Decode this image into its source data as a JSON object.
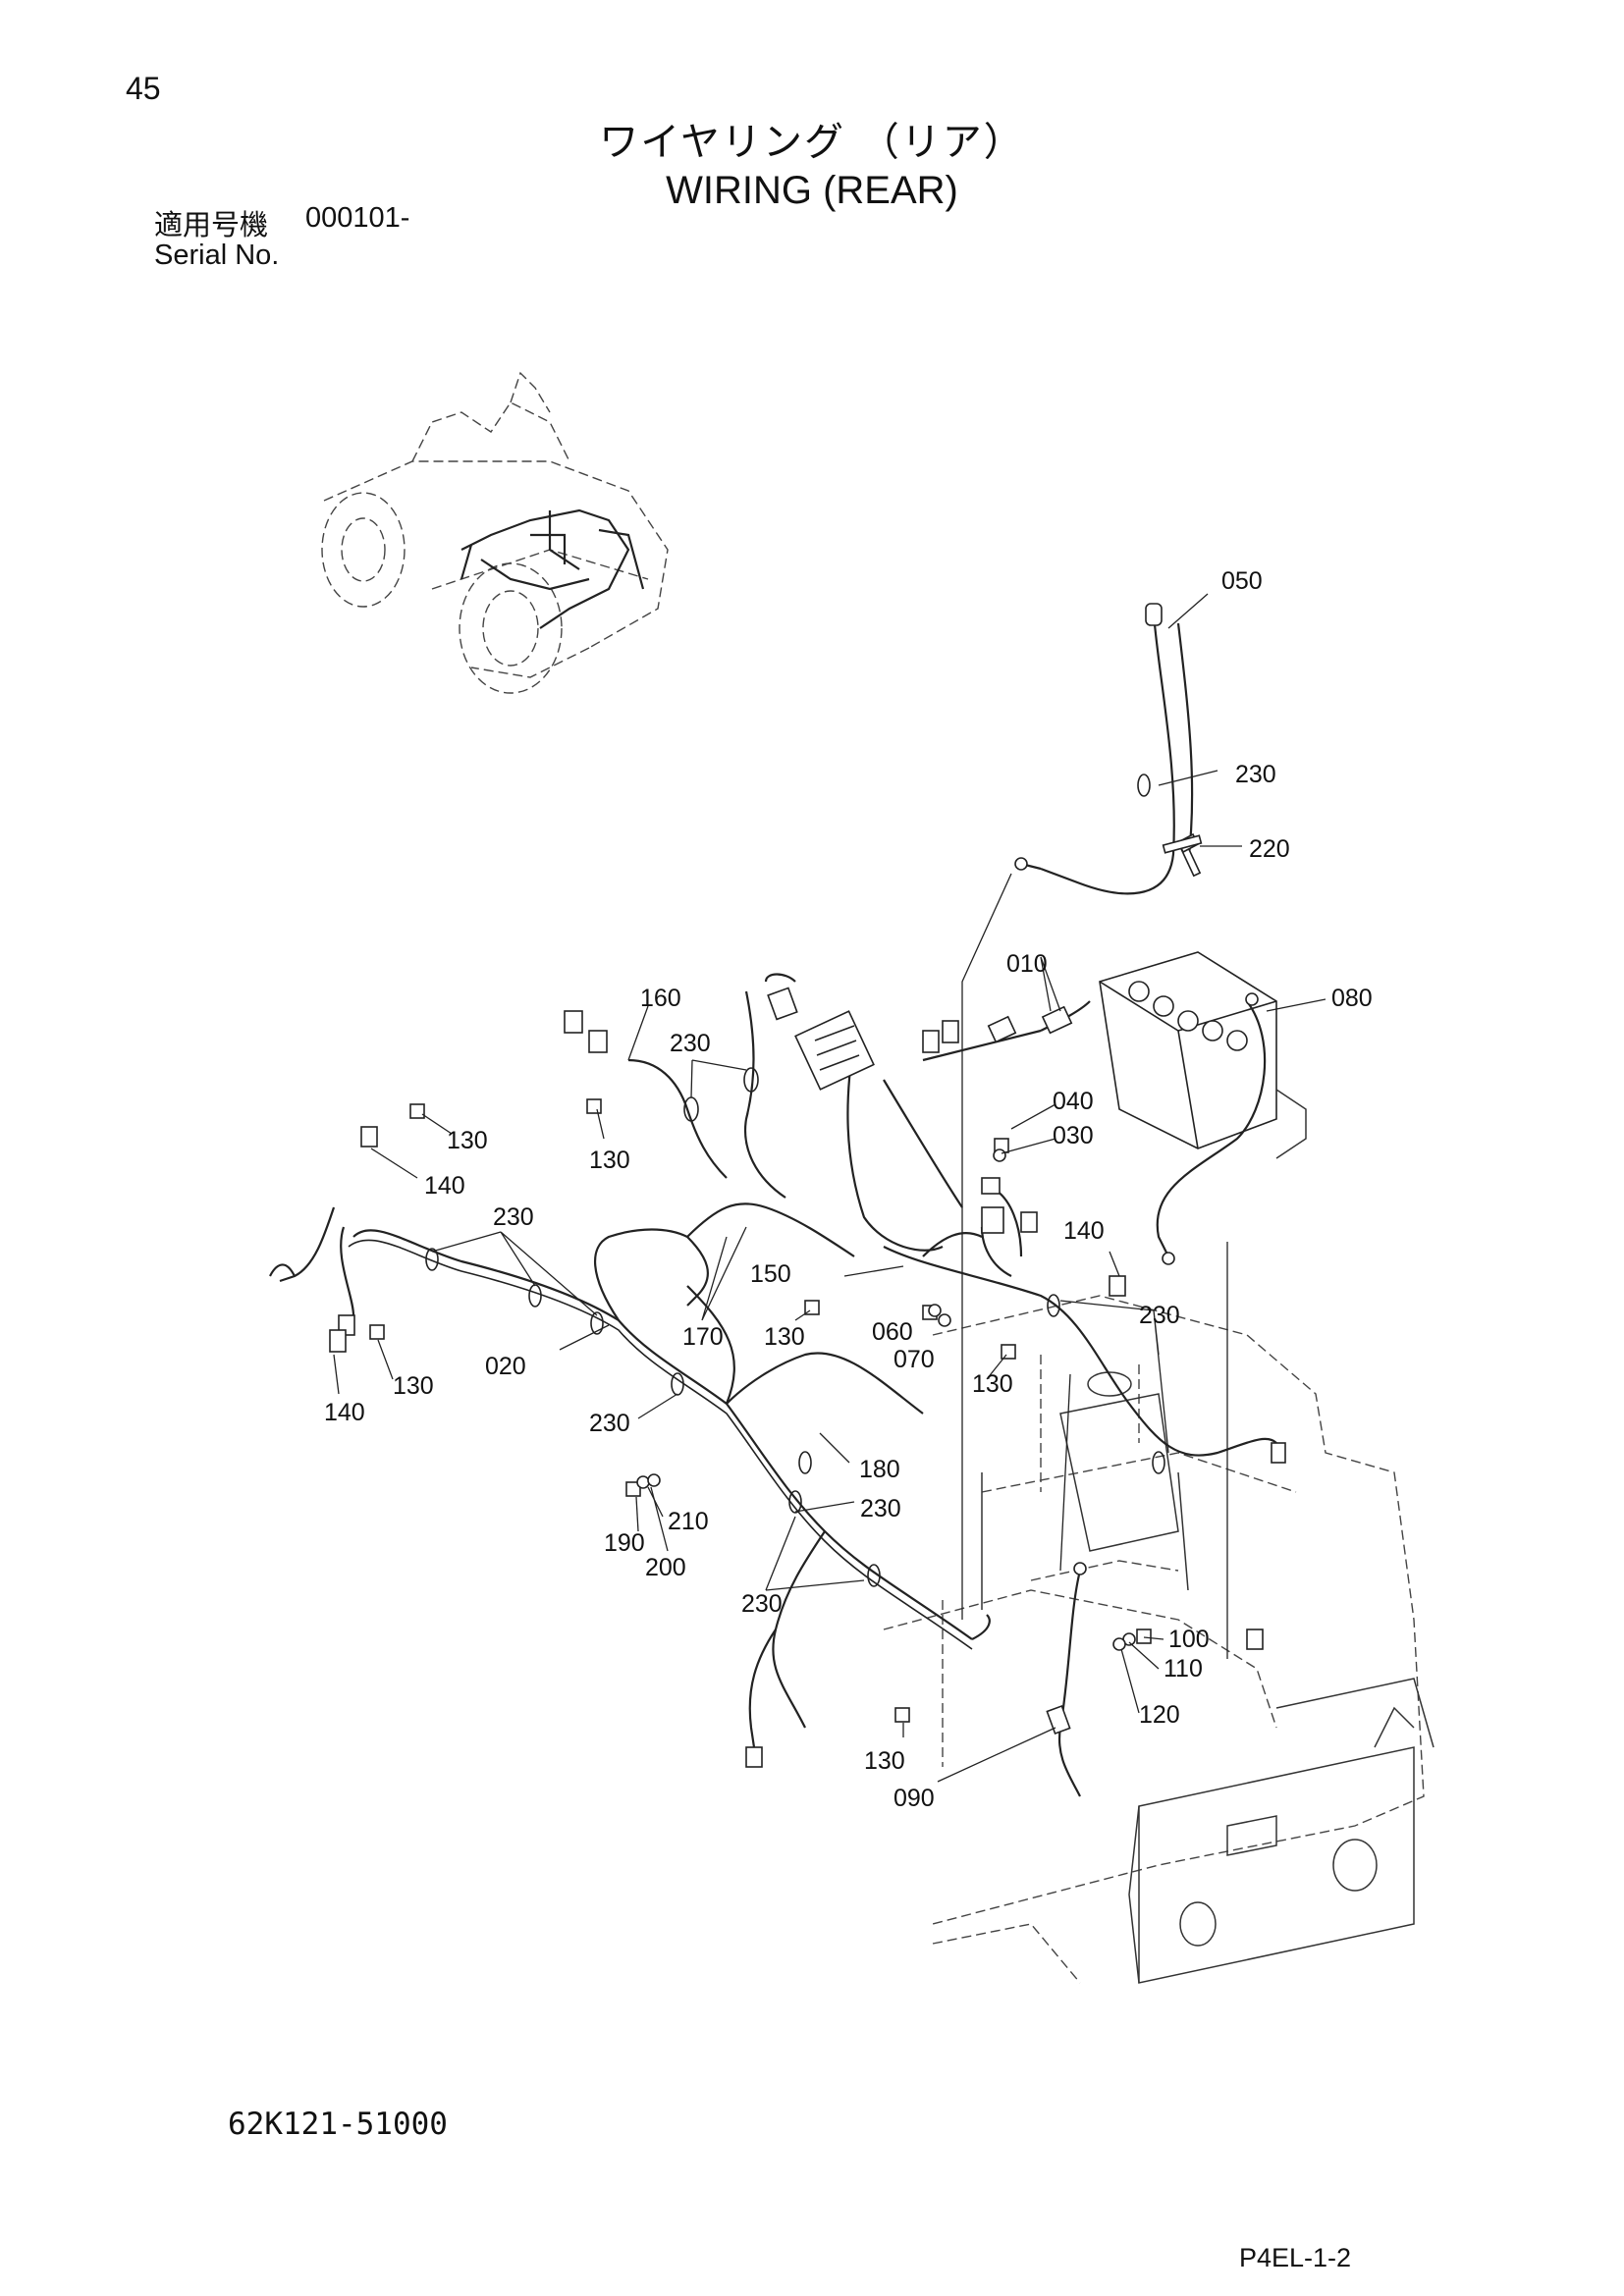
{
  "page_number": "45",
  "title_jp": "ワイヤリング （リア）",
  "title_en": "WIRING (REAR)",
  "serial": {
    "label_jp": "適用号機",
    "number": "000101-",
    "label_en": "Serial No."
  },
  "part_number": "62K121-51000",
  "page_code": "P4EL-1-2",
  "callouts": {
    "c050": "050",
    "c230_a": "230",
    "c220": "220",
    "c010": "010",
    "c080": "080",
    "c160": "160",
    "c230_b": "230",
    "c040": "040",
    "c030": "030",
    "c130_a": "130",
    "c130_b": "130",
    "c140_a": "140",
    "c230_c": "230",
    "c150": "150",
    "c140_b": "140",
    "c230_d": "230",
    "c170": "170",
    "c130_c": "130",
    "c060": "060",
    "c070": "070",
    "c020": "020",
    "c130_d": "130",
    "c140_c": "140",
    "c130_e": "130",
    "c230_e": "230",
    "c180": "180",
    "c230_f": "230",
    "c210": "210",
    "c190": "190",
    "c200": "200",
    "c230_g": "230",
    "c100": "100",
    "c110": "110",
    "c120": "120",
    "c130_f": "130",
    "c090": "090"
  }
}
